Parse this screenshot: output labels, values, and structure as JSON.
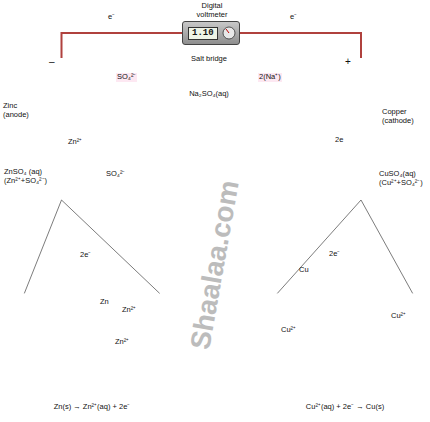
{
  "diagram": {
    "nodes": [
      {
        "text": [
          "Digital voltmeter",
          "1.10"
        ]
      },
      {
        "text": [
          "Zinc (anode)"
        ]
      },
      {
        "text": [
          "Salt bridge",
          "SO₄²⁻",
          "2(Na⁺)",
          "Na₂SO₄(aq)"
        ]
      },
      {
        "text": [
          "Copper (cathode)"
        ]
      },
      {
        "text": [
          "ZnSO₄ (aq) (Zn²⁺+SO₄²⁻)",
          "Zn²⁺",
          "SO₄²⁻"
        ]
      },
      {
        "text": [
          "CuSO₄(aq) (Cu²⁺+SO₄²⁻)",
          "2e"
        ]
      },
      {
        "text": [
          "2e⁻",
          "Zn",
          "Zn²⁺",
          "Zn²⁺"
        ]
      },
      {
        "text": [
          "2e⁻",
          "Cu",
          "Cu²⁺",
          "Cu²⁺"
        ]
      }
    ],
    "edges": [
      {
        "from": 1,
        "to": 0,
        "arrow": "none"
      },
      {
        "from": 0,
        "to": 3,
        "arrow": "none"
      },
      {
        "from": 1,
        "to": 6,
        "arrow": "none"
      },
      {
        "from": 3,
        "to": 7,
        "arrow": "none"
      }
    ],
    "labels": [
      "e⁻",
      "e⁻",
      "–",
      "+",
      "Zn(s) → Zn²⁺(aq) + 2e⁻",
      "Cu²⁺(aq) + 2e⁻ → Cu(s)",
      "Shaalaa.com"
    ]
  }
}
